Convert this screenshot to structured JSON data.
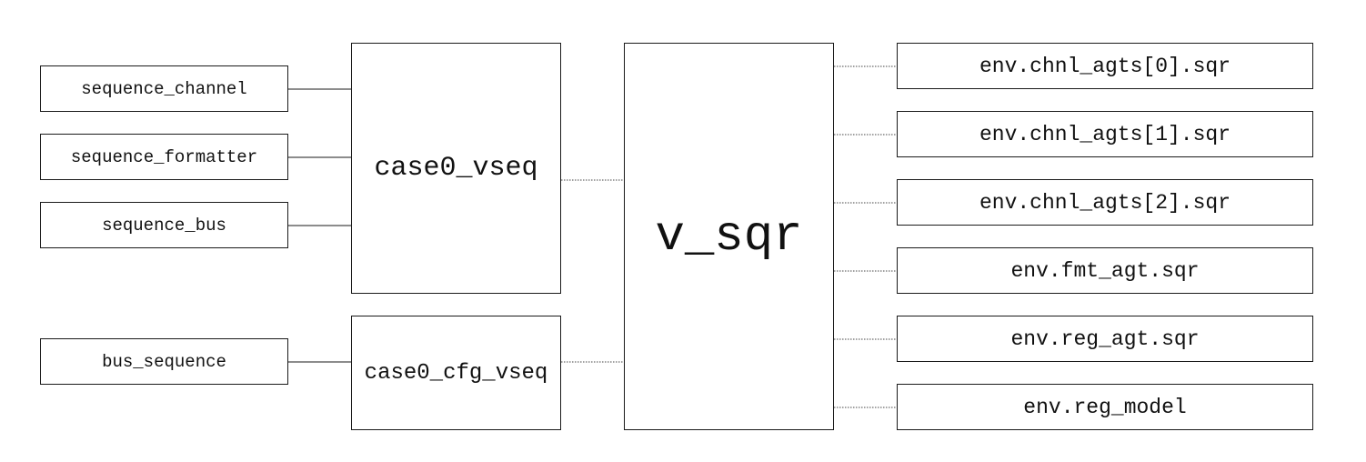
{
  "sequences": [
    {
      "label": "sequence_channel"
    },
    {
      "label": "sequence_formatter"
    },
    {
      "label": "sequence_bus"
    },
    {
      "label": "bus_sequence"
    }
  ],
  "virtual_sequences": [
    {
      "label": "case0_vseq"
    },
    {
      "label": "case0_cfg_vseq"
    }
  ],
  "virtual_sequencer": {
    "label": "v_sqr"
  },
  "targets": [
    {
      "label": "env.chnl_agts[0].sqr"
    },
    {
      "label": "env.chnl_agts[1].sqr"
    },
    {
      "label": "env.chnl_agts[2].sqr"
    },
    {
      "label": "env.fmt_agt.sqr"
    },
    {
      "label": "env.reg_agt.sqr"
    },
    {
      "label": "env.reg_model"
    }
  ]
}
